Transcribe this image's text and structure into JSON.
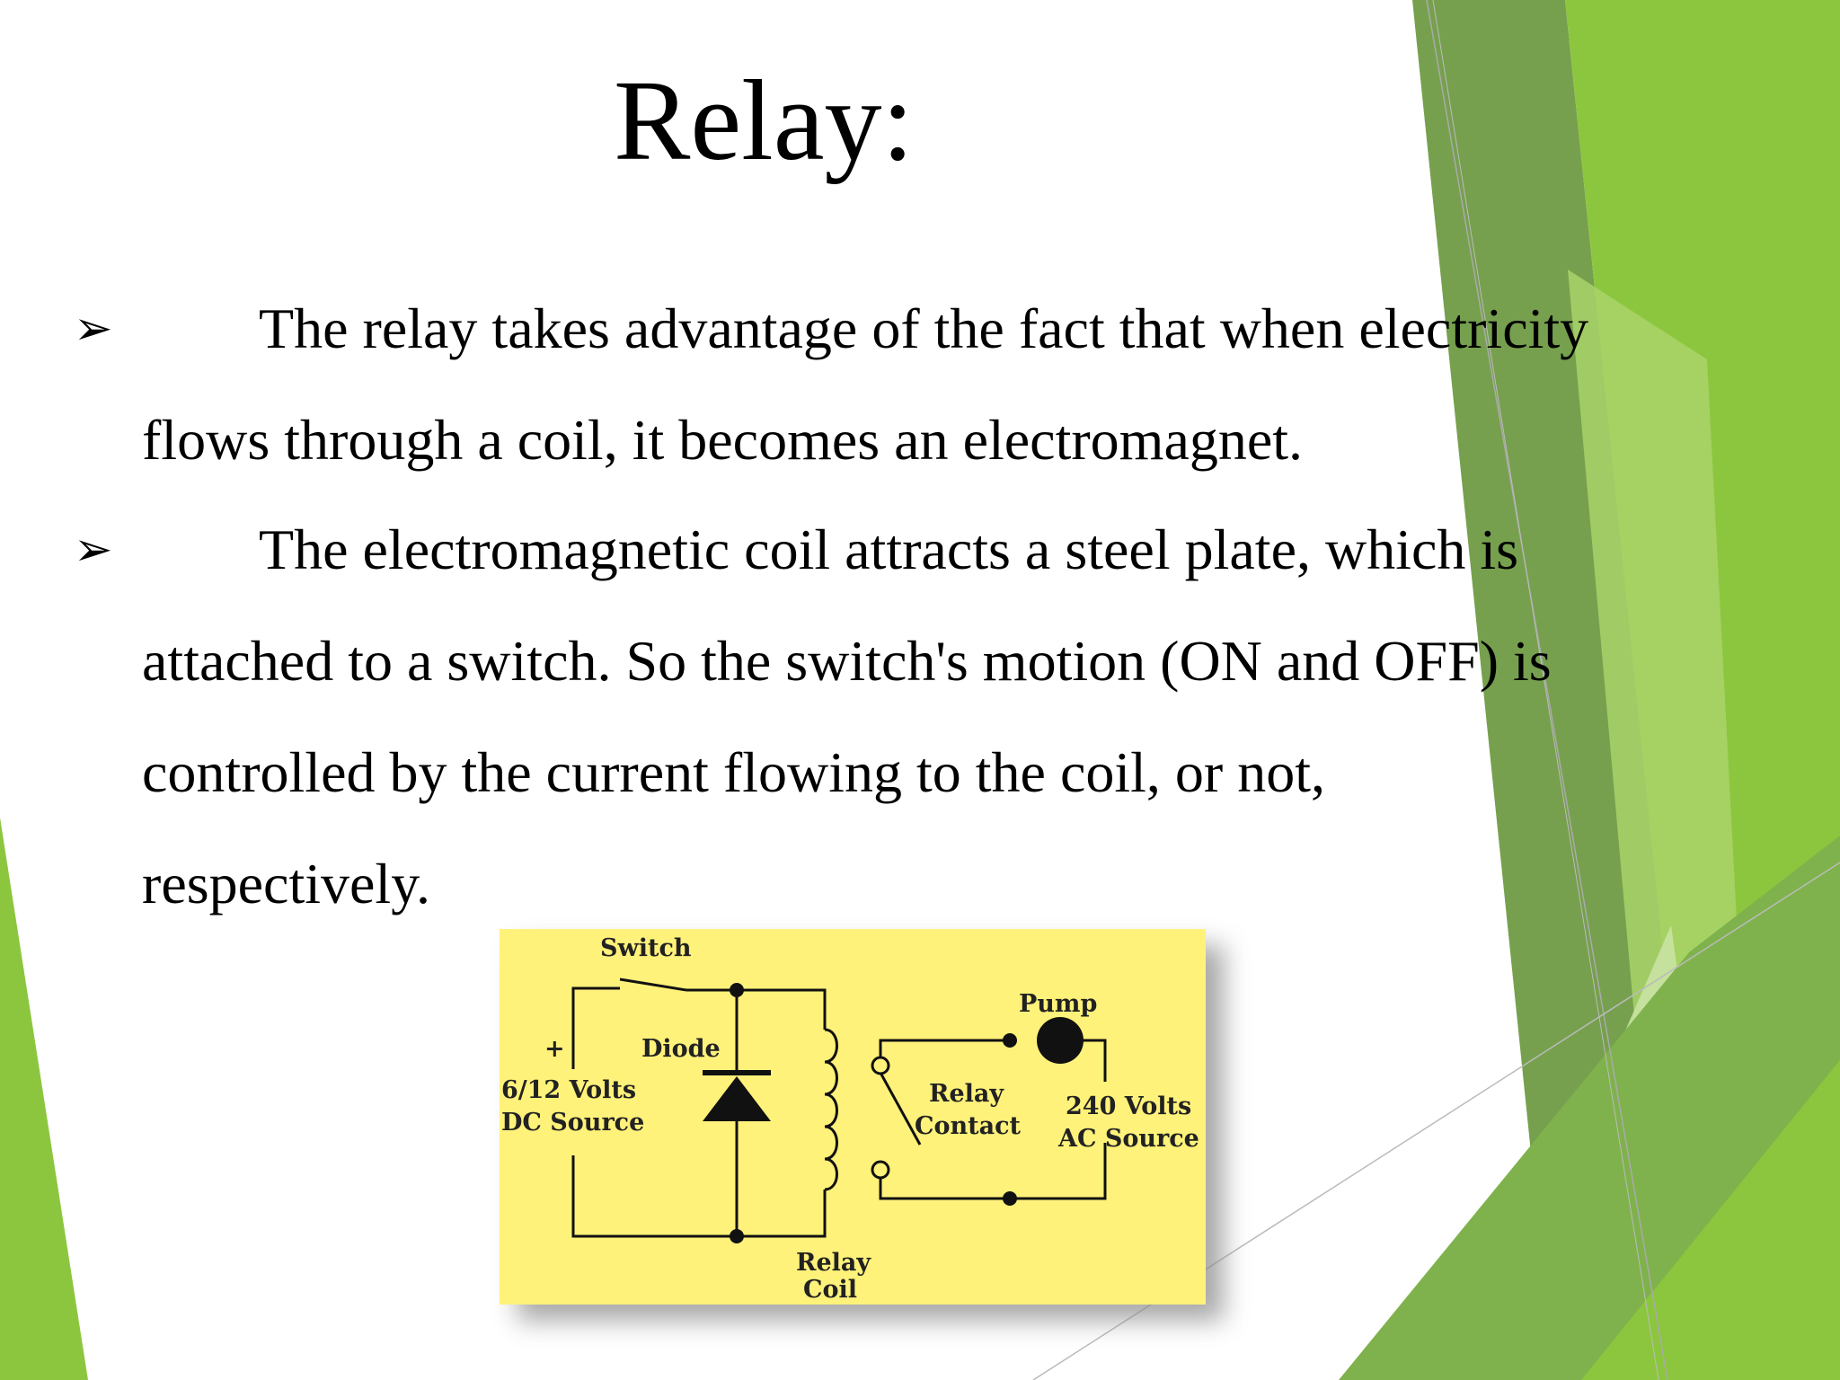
{
  "slide": {
    "title": "Relay:",
    "bullet_glyph": "➢",
    "bullets": [
      {
        "lines": [
          "The relay takes advantage of the fact that when electricity",
          "flows through a coil, it becomes an electromagnet."
        ]
      },
      {
        "lines": [
          "The electromagnetic coil attracts a steel plate, which is",
          "attached to a switch. So the switch's motion (ON and OFF) is",
          "controlled by the current flowing to the coil, or not,",
          "respectively."
        ]
      }
    ]
  },
  "diagram": {
    "labels": {
      "switch": "Switch",
      "plus": "+",
      "diode": "Diode",
      "dc_source_line1": "6/12 Volts",
      "dc_source_line2": "DC Source",
      "pump": "Pump",
      "relay_contact_line1": "Relay",
      "relay_contact_line2": "Contact",
      "ac_source_line1": "240 Volts",
      "ac_source_line2": "AC Source",
      "relay_coil_line1": "Relay",
      "relay_coil_line2": "Coil"
    },
    "background_color": "#fff27a"
  },
  "theme": {
    "green_dark": "#76a04e",
    "green_mid": "#8cc63e",
    "green_light": "#c9e3a3"
  }
}
